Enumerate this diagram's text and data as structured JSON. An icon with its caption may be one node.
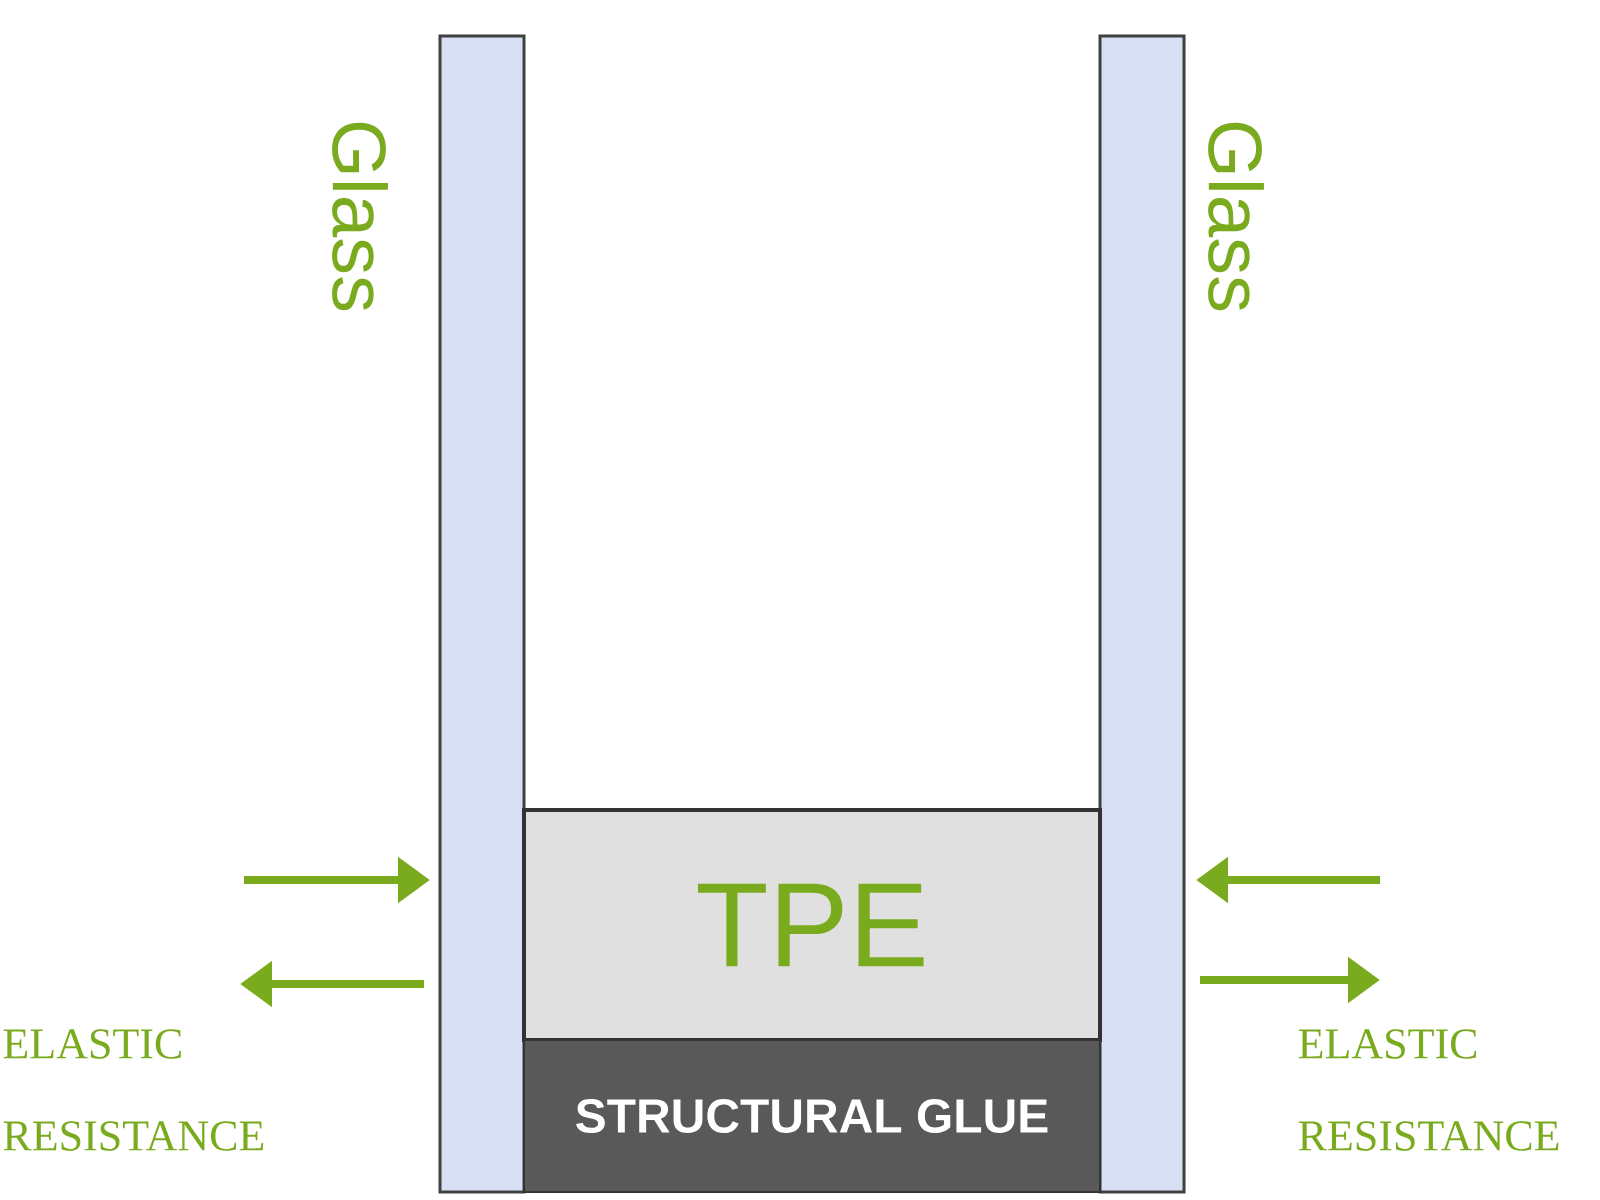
{
  "diagram": {
    "nodes": [
      {
        "text": [
          "Glass"
        ]
      },
      {
        "text": [
          "Glass"
        ]
      },
      {
        "text": [
          "TPE"
        ]
      },
      {
        "text": [
          "STRUCTURAL GLUE"
        ]
      }
    ],
    "labels": [
      "ELASTIC RESISTANCE",
      "ELASTIC RESISTANCE"
    ]
  }
}
